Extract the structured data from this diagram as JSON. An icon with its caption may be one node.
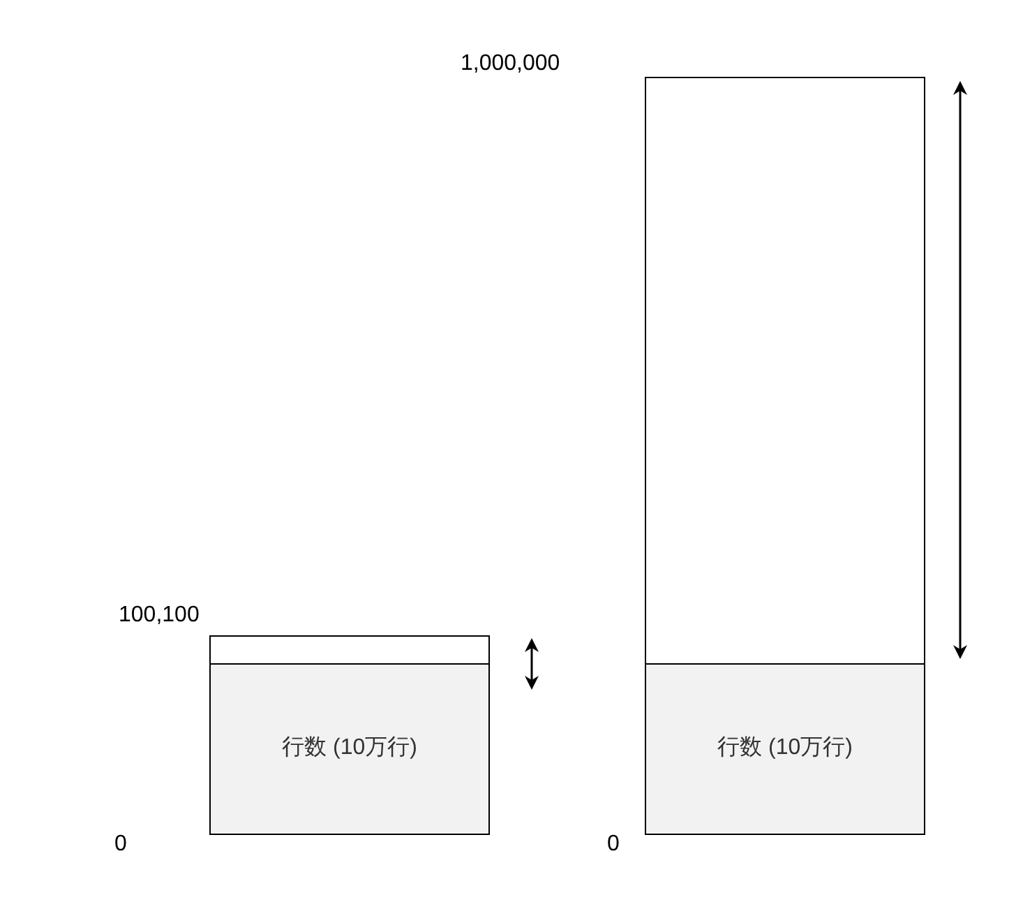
{
  "diagram": {
    "nodes": [
      {
        "text": [],
        "shape": "box"
      },
      {
        "text": [
          "行数 (10万行)"
        ]
      },
      {
        "text": [],
        "shape": "box"
      },
      {
        "text": [
          "行数 (10万行)"
        ]
      }
    ],
    "labels": [
      "1,000,000",
      "100,100",
      "0",
      "0"
    ]
  }
}
